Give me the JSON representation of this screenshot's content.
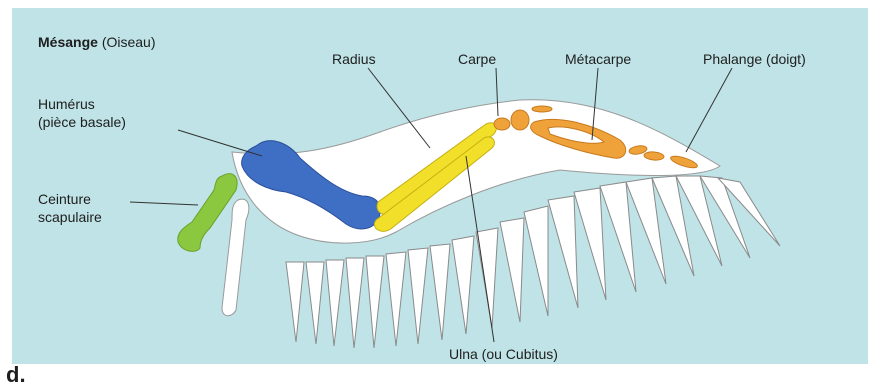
{
  "title": {
    "species": "Mésange",
    "group": "(Oiseau)"
  },
  "panel_letter": "d.",
  "labels": {
    "humerus_line1": "Humérus",
    "humerus_line2": "(pièce basale)",
    "ceinture_line1": "Ceinture",
    "ceinture_line2": "scapulaire",
    "radius": "Radius",
    "carpe": "Carpe",
    "metacarpe": "Métacarpe",
    "phalange": "Phalange (doigt)",
    "ulna": "Ulna (ou Cubitus)"
  },
  "colors": {
    "background": "#bfe3e6",
    "humerus": "#3f6fc4",
    "radius_ulna": "#f2df2a",
    "carpe_metacarpe_phalange": "#f0a23a",
    "ceinture": "#8cc83f",
    "feathers": "#ffffff",
    "outline": "#8a8a8a",
    "leader_line": "#333333"
  }
}
